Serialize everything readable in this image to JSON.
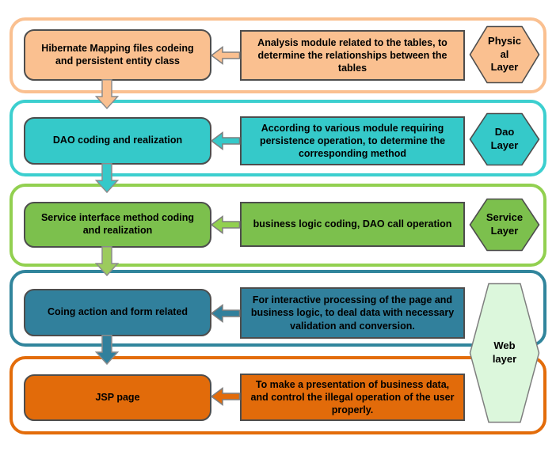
{
  "diagram": {
    "layers": [
      {
        "id": "physical",
        "step": "Hibernate Mapping files codeing and persistent entity class",
        "description": "Analysis module related to the tables, to determine the relationships between the tables",
        "hex_line1": "Physic",
        "hex_line2": "al",
        "hex_line3": "Layer",
        "fill": "#FAC090",
        "band_border": "#FAC090"
      },
      {
        "id": "dao",
        "step": "DAO coding and realization",
        "description": "According to various module requiring persistence operation, to determine the corresponding method",
        "hex_line1": "Dao",
        "hex_line2": "Layer",
        "fill": "#35C9C9",
        "band_border": "#3CCFCF"
      },
      {
        "id": "service",
        "step": "Service interface method coding and realization",
        "description": "business logic coding, DAO call operation",
        "hex_line1": "Service",
        "hex_line2": "Layer",
        "fill": "#7CC04D",
        "band_border": "#92D050"
      },
      {
        "id": "web-action",
        "step": "Coing action and form related",
        "description": "For interactive processing of the page and business logic,  to deal data  with necessary validation and conversion.",
        "fill": "#31809C",
        "band_border": "#31859C"
      },
      {
        "id": "jsp",
        "step": "JSP page",
        "description": "To make a presentation of business data, and control the illegal operation of the user properly.",
        "fill": "#E26B0A",
        "band_border": "#E36C0A"
      }
    ],
    "web_hexagon": {
      "line1": "Web",
      "line2": "layer",
      "fill": "#DCF7DC"
    },
    "shape_border_color": "#4D4D4D",
    "arrow_border_color": "#7F7F7F",
    "text_color": "#000000"
  }
}
